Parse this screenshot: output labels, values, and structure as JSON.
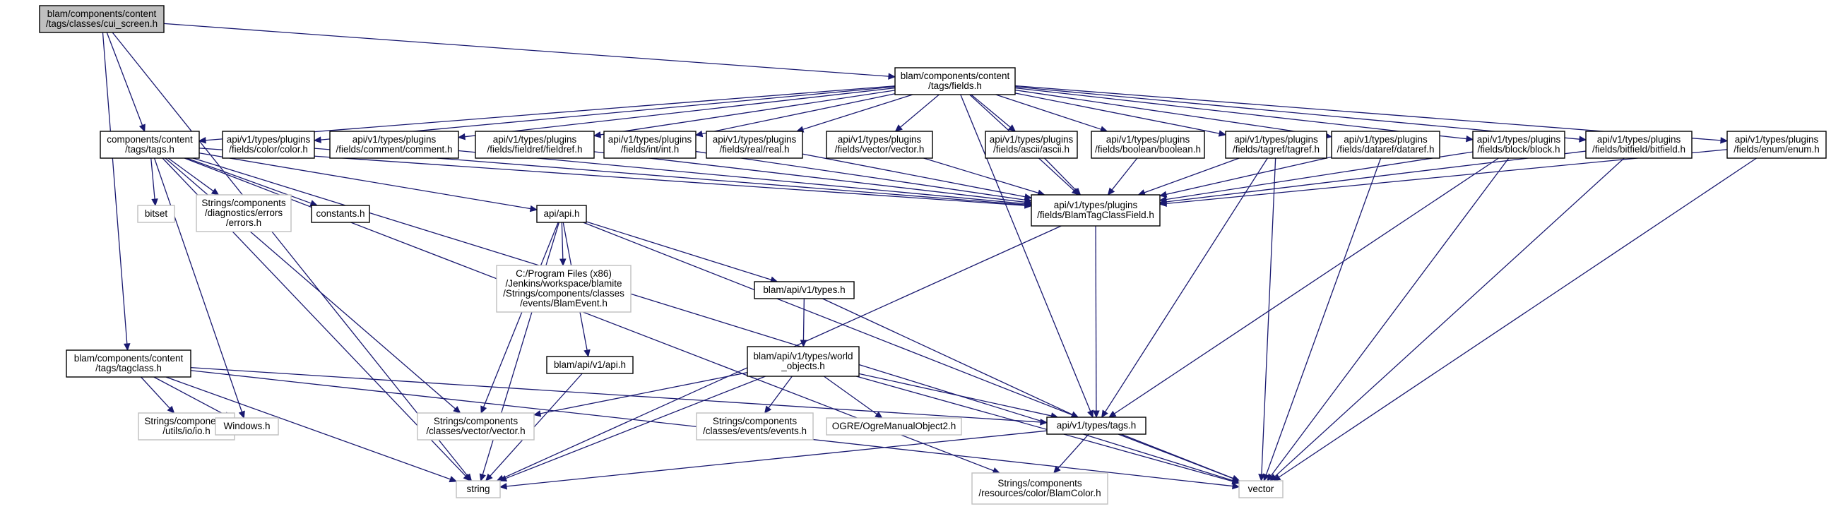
{
  "colors": {
    "edge": "#191970",
    "node_border": "#000000",
    "node_border_external": "#bfbfbf",
    "root_fill": "#bfbfbf",
    "node_fill": "#ffffff"
  },
  "nodes": [
    {
      "id": "cui_screen",
      "lines": [
        "blam/components/content",
        "/tags/classes/cui_screen.h"
      ],
      "style": "root"
    },
    {
      "id": "fields_h",
      "lines": [
        "blam/components/content",
        "/tags/fields.h"
      ],
      "style": "normal"
    },
    {
      "id": "tags_h",
      "lines": [
        "components/content",
        "/tags/tags.h"
      ],
      "style": "normal"
    },
    {
      "id": "color_h",
      "lines": [
        "api/v1/types/plugins",
        "/fields/color/color.h"
      ],
      "style": "normal"
    },
    {
      "id": "comment_h",
      "lines": [
        "api/v1/types/plugins",
        "/fields/comment/comment.h"
      ],
      "style": "normal"
    },
    {
      "id": "fieldref_h",
      "lines": [
        "api/v1/types/plugins",
        "/fields/fieldref/fieldref.h"
      ],
      "style": "normal"
    },
    {
      "id": "int_h",
      "lines": [
        "api/v1/types/plugins",
        "/fields/int/int.h"
      ],
      "style": "normal"
    },
    {
      "id": "real_h",
      "lines": [
        "api/v1/types/plugins",
        "/fields/real/real.h"
      ],
      "style": "normal"
    },
    {
      "id": "vectorf_h",
      "lines": [
        "api/v1/types/plugins",
        "/fields/vector/vector.h"
      ],
      "style": "normal"
    },
    {
      "id": "ascii_h",
      "lines": [
        "api/v1/types/plugins",
        "/fields/ascii/ascii.h"
      ],
      "style": "normal"
    },
    {
      "id": "boolean_h",
      "lines": [
        "api/v1/types/plugins",
        "/fields/boolean/boolean.h"
      ],
      "style": "normal"
    },
    {
      "id": "tagref_h",
      "lines": [
        "api/v1/types/plugins",
        "/fields/tagref/tagref.h"
      ],
      "style": "normal"
    },
    {
      "id": "dataref_h",
      "lines": [
        "api/v1/types/plugins",
        "/fields/dataref/dataref.h"
      ],
      "style": "normal"
    },
    {
      "id": "block_h",
      "lines": [
        "api/v1/types/plugins",
        "/fields/block/block.h"
      ],
      "style": "normal"
    },
    {
      "id": "bitfield_h",
      "lines": [
        "api/v1/types/plugins",
        "/fields/bitfield/bitfield.h"
      ],
      "style": "normal"
    },
    {
      "id": "enum_h",
      "lines": [
        "api/v1/types/plugins",
        "/fields/enum/enum.h"
      ],
      "style": "normal"
    },
    {
      "id": "bitset",
      "lines": [
        "bitset"
      ],
      "style": "external"
    },
    {
      "id": "errors_h",
      "lines": [
        "Strings/components",
        "/diagnostics/errors",
        "/errors.h"
      ],
      "style": "external"
    },
    {
      "id": "constants_h",
      "lines": [
        "constants.h"
      ],
      "style": "normal"
    },
    {
      "id": "api_h",
      "lines": [
        "api/api.h"
      ],
      "style": "normal"
    },
    {
      "id": "blamtagclassfield_h",
      "lines": [
        "api/v1/types/plugins",
        "/fields/BlamTagClassField.h"
      ],
      "style": "normal"
    },
    {
      "id": "blamevent_h",
      "lines": [
        "C:/Program Files (x86)",
        "/Jenkins/workspace/blamite",
        "/Strings/components/classes",
        "/events/BlamEvent.h"
      ],
      "style": "external"
    },
    {
      "id": "types_h",
      "lines": [
        "blam/api/v1/types.h"
      ],
      "style": "normal"
    },
    {
      "id": "world_objects_h",
      "lines": [
        "blam/api/v1/types/world",
        "_objects.h"
      ],
      "style": "normal"
    },
    {
      "id": "v1api_h",
      "lines": [
        "blam/api/v1/api.h"
      ],
      "style": "normal"
    },
    {
      "id": "tagclass_h",
      "lines": [
        "blam/components/content",
        "/tags/tagclass.h"
      ],
      "style": "normal"
    },
    {
      "id": "io_h",
      "lines": [
        "Strings/components",
        "/utils/io/io.h"
      ],
      "style": "external"
    },
    {
      "id": "windows_h",
      "lines": [
        "Windows.h"
      ],
      "style": "external"
    },
    {
      "id": "vector_vector_h",
      "lines": [
        "Strings/components",
        "/classes/vector/vector.h"
      ],
      "style": "external"
    },
    {
      "id": "events_h",
      "lines": [
        "Strings/components",
        "/classes/events/events.h"
      ],
      "style": "external"
    },
    {
      "id": "ogre_h",
      "lines": [
        "OGRE/OgreManualObject2.h"
      ],
      "style": "external"
    },
    {
      "id": "typetags_h",
      "lines": [
        "api/v1/types/tags.h"
      ],
      "style": "normal"
    },
    {
      "id": "string",
      "lines": [
        "string"
      ],
      "style": "external"
    },
    {
      "id": "vector",
      "lines": [
        "vector"
      ],
      "style": "external"
    },
    {
      "id": "blamcolor_h",
      "lines": [
        "Strings/components",
        "/resources/color/BlamColor.h"
      ],
      "style": "external"
    }
  ],
  "edges": [
    [
      "cui_screen",
      "fields_h"
    ],
    [
      "cui_screen",
      "tags_h"
    ],
    [
      "cui_screen",
      "tagclass_h"
    ],
    [
      "cui_screen",
      "string"
    ],
    [
      "fields_h",
      "tags_h"
    ],
    [
      "fields_h",
      "color_h"
    ],
    [
      "fields_h",
      "comment_h"
    ],
    [
      "fields_h",
      "fieldref_h"
    ],
    [
      "fields_h",
      "int_h"
    ],
    [
      "fields_h",
      "real_h"
    ],
    [
      "fields_h",
      "vectorf_h"
    ],
    [
      "fields_h",
      "ascii_h"
    ],
    [
      "fields_h",
      "boolean_h"
    ],
    [
      "fields_h",
      "tagref_h"
    ],
    [
      "fields_h",
      "dataref_h"
    ],
    [
      "fields_h",
      "block_h"
    ],
    [
      "fields_h",
      "bitfield_h"
    ],
    [
      "fields_h",
      "enum_h"
    ],
    [
      "fields_h",
      "blamtagclassfield_h"
    ],
    [
      "fields_h",
      "typetags_h"
    ],
    [
      "tags_h",
      "bitset"
    ],
    [
      "tags_h",
      "errors_h"
    ],
    [
      "tags_h",
      "constants_h"
    ],
    [
      "tags_h",
      "api_h"
    ],
    [
      "tags_h",
      "blamtagclassfield_h"
    ],
    [
      "tags_h",
      "windows_h"
    ],
    [
      "tags_h",
      "vector_vector_h"
    ],
    [
      "tags_h",
      "string"
    ],
    [
      "tags_h",
      "vector"
    ],
    [
      "tags_h",
      "blamcolor_h"
    ],
    [
      "color_h",
      "blamtagclassfield_h"
    ],
    [
      "comment_h",
      "blamtagclassfield_h"
    ],
    [
      "fieldref_h",
      "blamtagclassfield_h"
    ],
    [
      "int_h",
      "blamtagclassfield_h"
    ],
    [
      "real_h",
      "blamtagclassfield_h"
    ],
    [
      "vectorf_h",
      "blamtagclassfield_h"
    ],
    [
      "ascii_h",
      "blamtagclassfield_h"
    ],
    [
      "boolean_h",
      "blamtagclassfield_h"
    ],
    [
      "tagref_h",
      "blamtagclassfield_h"
    ],
    [
      "tagref_h",
      "typetags_h"
    ],
    [
      "tagref_h",
      "vector"
    ],
    [
      "dataref_h",
      "blamtagclassfield_h"
    ],
    [
      "dataref_h",
      "vector"
    ],
    [
      "block_h",
      "blamtagclassfield_h"
    ],
    [
      "block_h",
      "typetags_h"
    ],
    [
      "block_h",
      "vector"
    ],
    [
      "bitfield_h",
      "blamtagclassfield_h"
    ],
    [
      "bitfield_h",
      "vector"
    ],
    [
      "enum_h",
      "blamtagclassfield_h"
    ],
    [
      "enum_h",
      "vector"
    ],
    [
      "api_h",
      "blamevent_h"
    ],
    [
      "api_h",
      "types_h"
    ],
    [
      "api_h",
      "v1api_h"
    ],
    [
      "api_h",
      "vector_vector_h"
    ],
    [
      "api_h",
      "string"
    ],
    [
      "api_h",
      "vector"
    ],
    [
      "blamtagclassfield_h",
      "typetags_h"
    ],
    [
      "blamtagclassfield_h",
      "string"
    ],
    [
      "types_h",
      "world_objects_h"
    ],
    [
      "types_h",
      "typetags_h"
    ],
    [
      "world_objects_h",
      "vector_vector_h"
    ],
    [
      "world_objects_h",
      "events_h"
    ],
    [
      "world_objects_h",
      "ogre_h"
    ],
    [
      "world_objects_h",
      "typetags_h"
    ],
    [
      "world_objects_h",
      "string"
    ],
    [
      "world_objects_h",
      "vector"
    ],
    [
      "v1api_h",
      "string"
    ],
    [
      "tagclass_h",
      "io_h"
    ],
    [
      "tagclass_h",
      "windows_h"
    ],
    [
      "tagclass_h",
      "typetags_h"
    ],
    [
      "tagclass_h",
      "string"
    ],
    [
      "tagclass_h",
      "vector"
    ],
    [
      "typetags_h",
      "string"
    ],
    [
      "typetags_h",
      "vector"
    ],
    [
      "typetags_h",
      "blamcolor_h"
    ]
  ]
}
